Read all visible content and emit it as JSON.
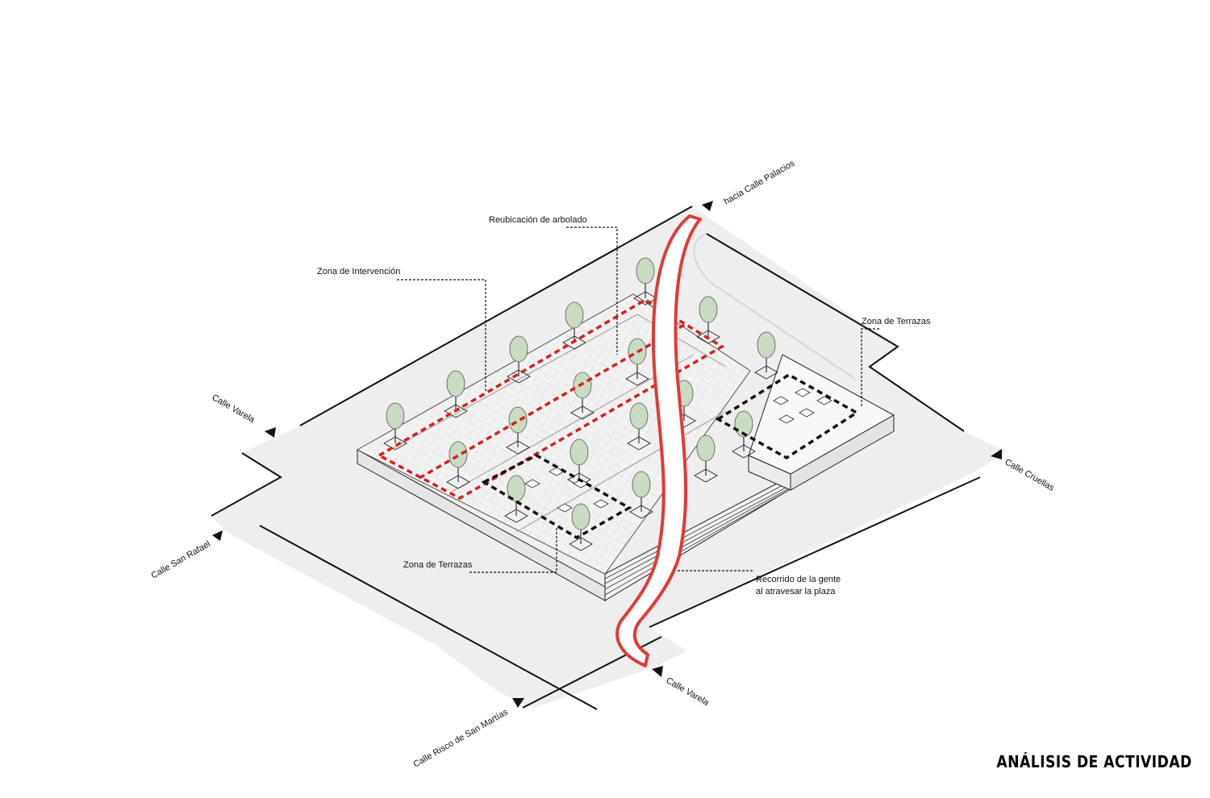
{
  "title": "ANÁLISIS DE ACTIVIDAD",
  "labels": {
    "reubicacion": "Reubicación de arbolado",
    "intervencion": "Zona de Intervención",
    "terrazas_right": "Zona de Terrazas",
    "terrazas_left": "Zona de Terrazas",
    "recorrido_line1": "Recorrido de la gente",
    "recorrido_line2": "al atravesar la plaza"
  },
  "streets": {
    "palacios": "hacia Calle Palacios",
    "varela_top": "Calle Varela",
    "cruellas": "Calle Cruellas",
    "san_rafael": "Calle San Rafael",
    "risco": "Calle Risco de San Martías",
    "varela_bottom": "Calle Varela"
  },
  "colors": {
    "path_red": "#e03a3a",
    "zone_red": "#d42020",
    "zone_black": "#111111",
    "tree_green": "#c9dcc1",
    "road": "#eeeeee"
  }
}
